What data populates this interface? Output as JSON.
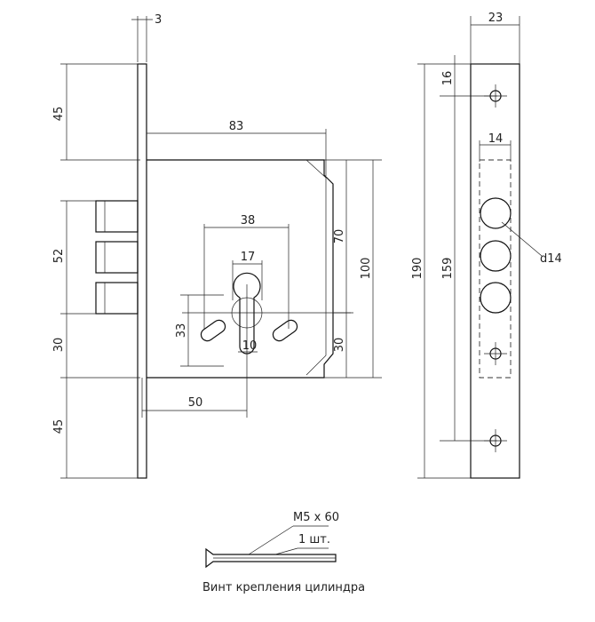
{
  "dimensions": {
    "faceplate_thickness": "3",
    "top_to_follower_left": "45",
    "follower_block": "52",
    "follower_to_cylinder": "30",
    "bottom_left": "45",
    "case_depth": "83",
    "case_height_upper": "70",
    "case_height_total": "100",
    "case_height_lower": "30",
    "slot_spacing": "38",
    "cylinder_width": "17",
    "slot_height": "33",
    "cylinder_bottom_width": "10",
    "backset": "50",
    "faceplate_width": "23",
    "faceplate_top_offset": "16",
    "faceplate_height": "190",
    "screw_spacing": "159",
    "bolt_zone_width": "14",
    "bolt_diameter": "d14"
  },
  "screw": {
    "size": "M5 x 60",
    "quantity": "1 шт.",
    "caption": "Винт крепления цилиндра"
  }
}
